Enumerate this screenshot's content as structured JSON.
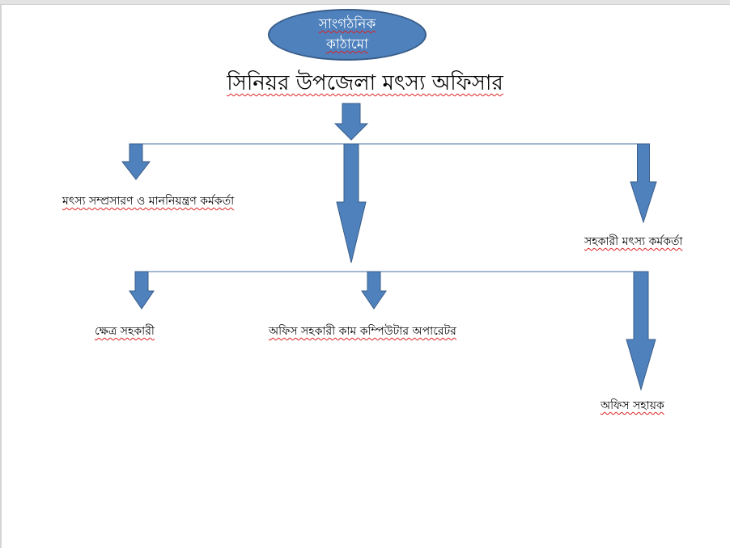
{
  "header": {
    "badge_line1": "সাংগঠনিক",
    "badge_line2": "কাঠামো",
    "title": "সিনিয়র উপজেলা মৎস্য অফিসার"
  },
  "positions": {
    "extension_officer": "মৎস্য সম্প্রসারণ ও মাননিয়ন্ত্রণ কর্মকর্তা",
    "assistant_officer": "সহকারী মৎস্য কর্মকর্তা",
    "field_assistant": "ক্ষেত্র সহকারী",
    "office_assistant_operator": "অফিস সহকারী কাম কম্পিউটার অপারেটর",
    "office_helper": "অফিস সহায়ক"
  },
  "colors": {
    "arrow_fill": "#4f81bd",
    "arrow_stroke": "#385d8a",
    "line": "#4a6fa5"
  }
}
